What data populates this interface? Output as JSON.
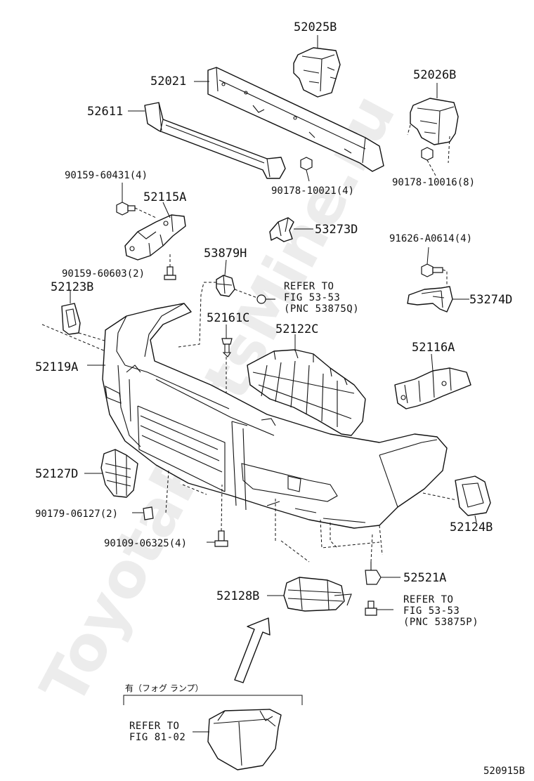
{
  "watermark": "ToyotaPartsMine.ru",
  "figure_code": "520915B",
  "labels": {
    "p52025B": "52025B",
    "p52021": "52021",
    "p52026B": "52026B",
    "p52611": "52611",
    "p90159_60431": "90159-60431(4)",
    "p52115A": "52115A",
    "p90178_10021": "90178-10021(4)",
    "p90178_10016": "90178-10016(8)",
    "p53273D": "53273D",
    "p91626_A0614": "91626-A0614(4)",
    "p53879H": "53879H",
    "p90159_60603": "90159-60603(2)",
    "p52123B": "52123B",
    "p53274D": "53274D",
    "p52161C": "52161C",
    "p52122C": "52122C",
    "p52119A": "52119A",
    "p52116A": "52116A",
    "p52127D": "52127D",
    "p90179_06127": "90179-06127(2)",
    "p52124B": "52124B",
    "p90109_06325": "90109-06325(4)",
    "p52521A": "52521A",
    "p52128B": "52128B"
  },
  "refs": {
    "ref1": [
      "REFER TO",
      "FIG 53-53",
      "(PNC 53875Q)"
    ],
    "ref2": [
      "REFER TO",
      "FIG 53-53",
      "(PNC 53875P)"
    ],
    "ref3": [
      "REFER TO",
      "FIG 81-02"
    ]
  },
  "fog_note": "有（フォグ ランプ）"
}
